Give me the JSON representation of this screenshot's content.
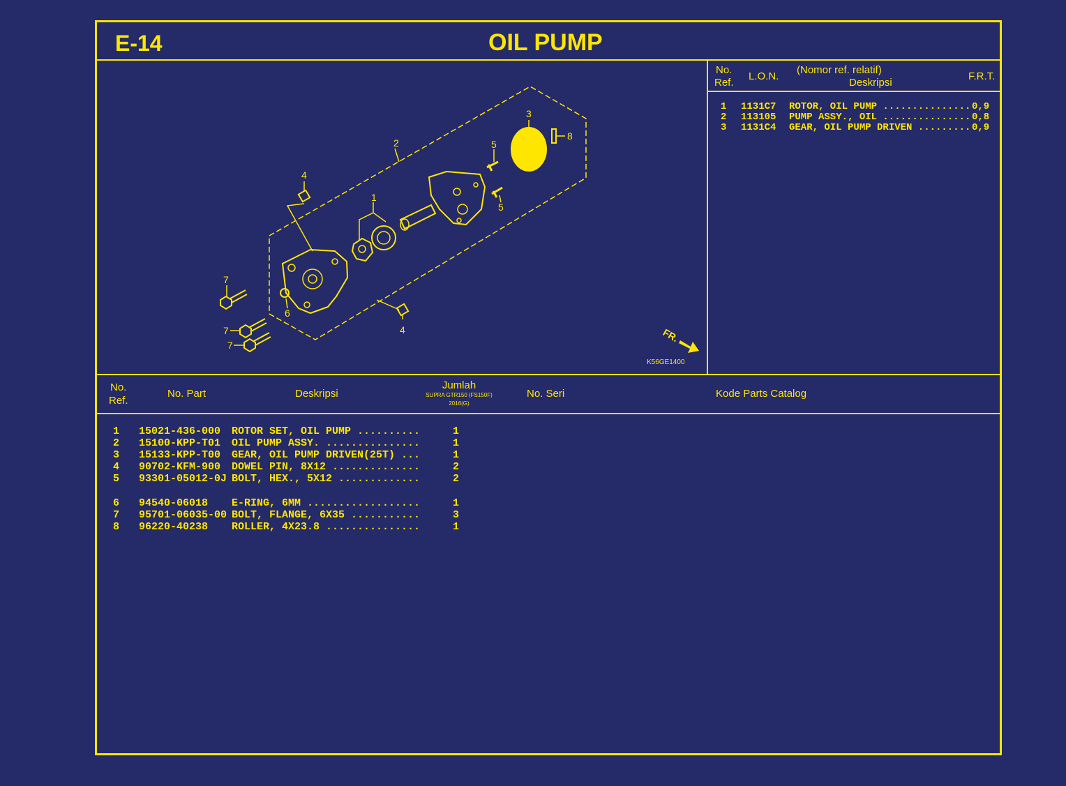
{
  "page": {
    "code": "E-14",
    "title": "OIL PUMP"
  },
  "lon_table": {
    "headers": {
      "no_ref_1": "No.",
      "no_ref_2": "Ref.",
      "lon": "L.O.N.",
      "nomor_ref": "(Nomor ref. relatif)",
      "deskripsi": "Deskripsi",
      "frt": "F.R.T."
    },
    "rows": [
      {
        "no": "1",
        "lon": "1131C7",
        "desc": "ROTOR, OIL PUMP",
        "frt": "0,9"
      },
      {
        "no": "2",
        "lon": "113105",
        "desc": "PUMP ASSY., OIL",
        "frt": "0,8"
      },
      {
        "no": "3",
        "lon": "1131C4",
        "desc": "GEAR, OIL PUMP DRIVEN",
        "frt": "0,9"
      }
    ]
  },
  "diagram": {
    "drawing_code": "K56GE1400",
    "fr_label": "FR.",
    "callouts": [
      "1",
      "2",
      "3",
      "4",
      "4",
      "5",
      "5",
      "6",
      "7",
      "7",
      "7",
      "8"
    ]
  },
  "parts_table": {
    "headers": {
      "no_ref_1": "No.",
      "no_ref_2": "Ref.",
      "no_part": "No. Part",
      "deskripsi": "Deskripsi",
      "jumlah": "Jumlah",
      "model": "SUPRA GTR150 (FS150F)",
      "year": "2016(G)",
      "no_seri": "No. Seri",
      "kode": "Kode Parts Catalog"
    },
    "rows": [
      {
        "no": "1",
        "part": "15021-436-000",
        "desc": "ROTOR SET, OIL PUMP",
        "qty": "1"
      },
      {
        "no": "2",
        "part": "15100-KPP-T01",
        "desc": "OIL PUMP ASSY.",
        "qty": "1"
      },
      {
        "no": "3",
        "part": "15133-KPP-T00",
        "desc": "GEAR, OIL PUMP DRIVEN(25T)",
        "qty": "1"
      },
      {
        "no": "4",
        "part": "90702-KFM-900",
        "desc": "DOWEL PIN, 8X12",
        "qty": "2"
      },
      {
        "no": "5",
        "part": "93301-05012-0J",
        "desc": "BOLT, HEX., 5X12",
        "qty": "2"
      },
      {
        "no": "6",
        "part": "94540-06018",
        "desc": "E-RING, 6MM",
        "qty": "1"
      },
      {
        "no": "7",
        "part": "95701-06035-00",
        "desc": "BOLT, FLANGE, 6X35",
        "qty": "3"
      },
      {
        "no": "8",
        "part": "96220-40238",
        "desc": "ROLLER, 4X23.8",
        "qty": "1"
      }
    ]
  },
  "colors": {
    "background": "#252a68",
    "line": "#ffe600"
  }
}
